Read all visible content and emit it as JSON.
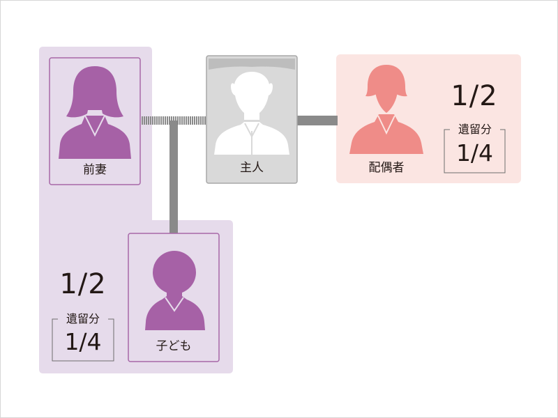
{
  "colors": {
    "purple_region": "#e6dbeb",
    "purple_figure": "#a661a6",
    "purple_border": "#a768a8",
    "pink_region": "#fbe5e2",
    "pink_figure": "#ef8c88",
    "gray_card": "#d9d9d9",
    "gray_figure": "#ffffff",
    "line_gray": "#8a8a8a",
    "text": "#231815"
  },
  "people": {
    "ex_wife": {
      "label": "前妻",
      "icon": "woman-icon"
    },
    "husband": {
      "label": "主人",
      "icon": "man-icon"
    },
    "spouse": {
      "label": "配偶者",
      "icon": "woman-icon"
    },
    "child": {
      "label": "子ども",
      "icon": "child-icon"
    }
  },
  "shares": {
    "spouse": {
      "share": "1/2",
      "reserved_label": "遺留分",
      "reserved_value": "1/4"
    },
    "child": {
      "share": "1/2",
      "reserved_label": "遺留分",
      "reserved_value": "1/4"
    }
  }
}
